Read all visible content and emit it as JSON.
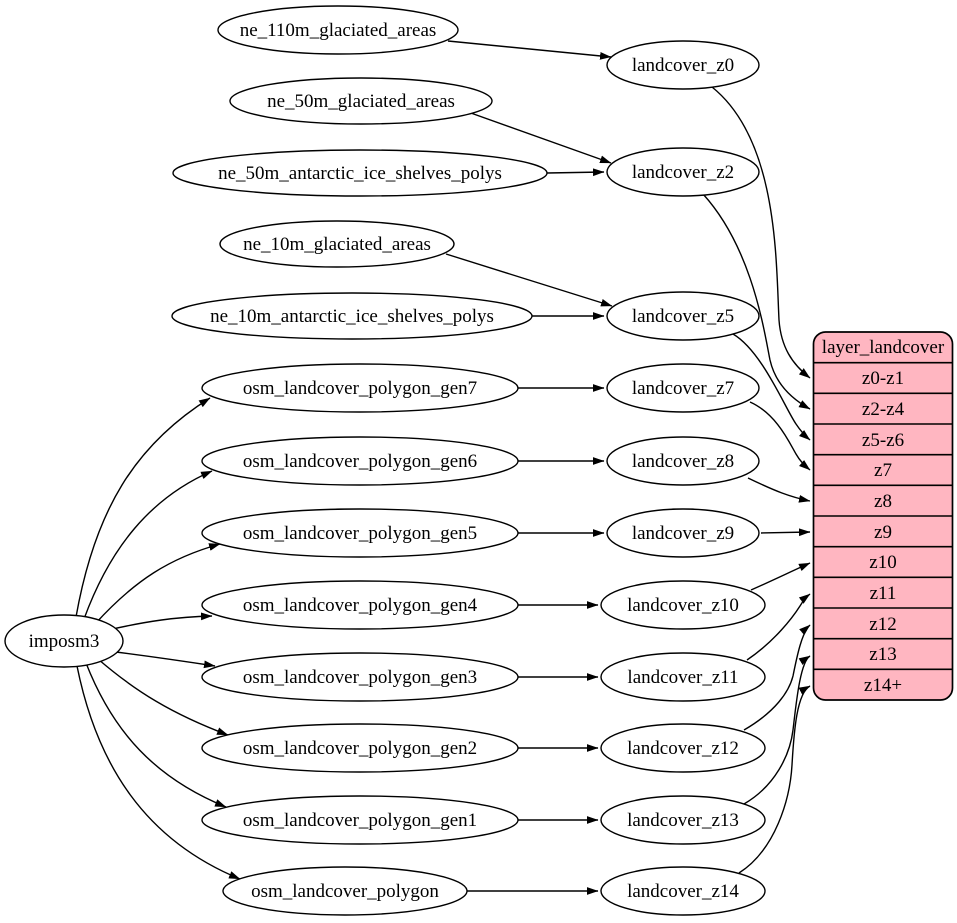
{
  "diagram_type": "graphviz-dataflow",
  "colors": {
    "background": "#ffffff",
    "node_fill": "#ffffff",
    "node_stroke": "#000000",
    "edge": "#000000",
    "text": "#000000",
    "table_fill": "#ffb6c1",
    "table_stroke": "#000000"
  },
  "importer": {
    "label": "imposm3"
  },
  "sources": [
    "ne_110m_glaciated_areas",
    "ne_50m_glaciated_areas",
    "ne_50m_antarctic_ice_shelves_polys",
    "ne_10m_glaciated_areas",
    "ne_10m_antarctic_ice_shelves_polys",
    "osm_landcover_polygon_gen7",
    "osm_landcover_polygon_gen6",
    "osm_landcover_polygon_gen5",
    "osm_landcover_polygon_gen4",
    "osm_landcover_polygon_gen3",
    "osm_landcover_polygon_gen2",
    "osm_landcover_polygon_gen1",
    "osm_landcover_polygon"
  ],
  "intermediates": [
    "landcover_z0",
    "landcover_z2",
    "landcover_z5",
    "landcover_z7",
    "landcover_z8",
    "landcover_z9",
    "landcover_z10",
    "landcover_z11",
    "landcover_z12",
    "landcover_z13",
    "landcover_z14"
  ],
  "table": {
    "title": "layer_landcover",
    "rows": [
      "z0-z1",
      "z2-z4",
      "z5-z6",
      "z7",
      "z8",
      "z9",
      "z10",
      "z11",
      "z12",
      "z13",
      "z14+"
    ]
  },
  "edges": [
    [
      "ne_110m_glaciated_areas",
      "landcover_z0"
    ],
    [
      "ne_50m_glaciated_areas",
      "landcover_z2"
    ],
    [
      "ne_50m_antarctic_ice_shelves_polys",
      "landcover_z2"
    ],
    [
      "ne_10m_glaciated_areas",
      "landcover_z5"
    ],
    [
      "ne_10m_antarctic_ice_shelves_polys",
      "landcover_z5"
    ],
    [
      "osm_landcover_polygon_gen7",
      "landcover_z7"
    ],
    [
      "osm_landcover_polygon_gen6",
      "landcover_z8"
    ],
    [
      "osm_landcover_polygon_gen5",
      "landcover_z9"
    ],
    [
      "osm_landcover_polygon_gen4",
      "landcover_z10"
    ],
    [
      "osm_landcover_polygon_gen3",
      "landcover_z11"
    ],
    [
      "osm_landcover_polygon_gen2",
      "landcover_z12"
    ],
    [
      "osm_landcover_polygon_gen1",
      "landcover_z13"
    ],
    [
      "osm_landcover_polygon",
      "landcover_z14"
    ],
    [
      "imposm3",
      "osm_landcover_polygon_gen7"
    ],
    [
      "imposm3",
      "osm_landcover_polygon_gen6"
    ],
    [
      "imposm3",
      "osm_landcover_polygon_gen5"
    ],
    [
      "imposm3",
      "osm_landcover_polygon_gen4"
    ],
    [
      "imposm3",
      "osm_landcover_polygon_gen3"
    ],
    [
      "imposm3",
      "osm_landcover_polygon_gen2"
    ],
    [
      "imposm3",
      "osm_landcover_polygon_gen1"
    ],
    [
      "imposm3",
      "osm_landcover_polygon"
    ],
    [
      "landcover_z0",
      "layer_landcover:z0-z1"
    ],
    [
      "landcover_z2",
      "layer_landcover:z2-z4"
    ],
    [
      "landcover_z5",
      "layer_landcover:z5-z6"
    ],
    [
      "landcover_z7",
      "layer_landcover:z7"
    ],
    [
      "landcover_z8",
      "layer_landcover:z8"
    ],
    [
      "landcover_z9",
      "layer_landcover:z9"
    ],
    [
      "landcover_z10",
      "layer_landcover:z10"
    ],
    [
      "landcover_z11",
      "layer_landcover:z11"
    ],
    [
      "landcover_z12",
      "layer_landcover:z12"
    ],
    [
      "landcover_z13",
      "layer_landcover:z13"
    ],
    [
      "landcover_z14",
      "layer_landcover:z14+"
    ]
  ]
}
